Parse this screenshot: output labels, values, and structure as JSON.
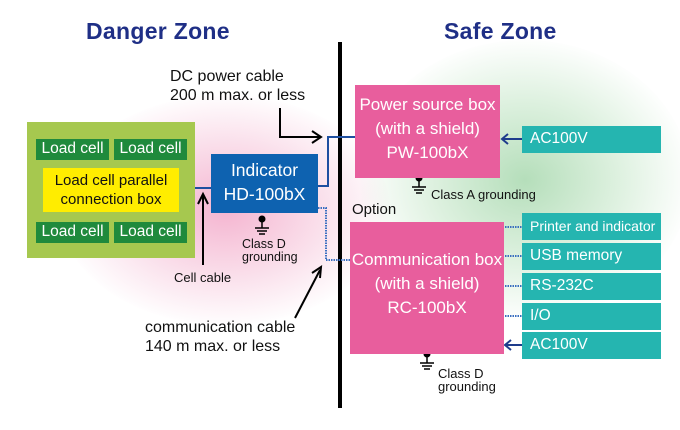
{
  "zones": {
    "danger_title": "Danger Zone",
    "safe_title": "Safe Zone"
  },
  "notes": {
    "dc_power_cable": [
      "DC power cable",
      "200 m max. or less"
    ],
    "cell_cable": "Cell cable",
    "communication_cable": [
      "communication cable",
      "140 m max. or less"
    ],
    "option": "Option"
  },
  "load_cells": [
    "Load cell",
    "Load cell",
    "Load cell",
    "Load cell"
  ],
  "parallel_box": [
    "Load cell parallel",
    "connection box"
  ],
  "indicator": [
    "Indicator",
    "HD-100bX"
  ],
  "indicator_grounding": [
    "Class D",
    "grounding"
  ],
  "power_box": [
    "Power source box",
    "(with a shield)",
    "PW-100bX"
  ],
  "power_grounding": "Class A grounding",
  "power_input": "AC100V",
  "comm_box": [
    "Communication box",
    "(with a shield)",
    "RC-100bX"
  ],
  "comm_grounding": [
    "Class D",
    "grounding"
  ],
  "comm_ports": [
    "Printer and indicator",
    "USB memory",
    "RS-232C",
    "I/O",
    "AC100V"
  ],
  "colors": {
    "title": "#1f2f86",
    "indicator": "#0e62b0",
    "shield_box": "#e85e9d",
    "port": "#25b5b0",
    "load_cell": "#1f8a3c",
    "danger_area": "#a6c84f",
    "parallel_box": "#ffed00",
    "wire": "#1e4fa0"
  }
}
